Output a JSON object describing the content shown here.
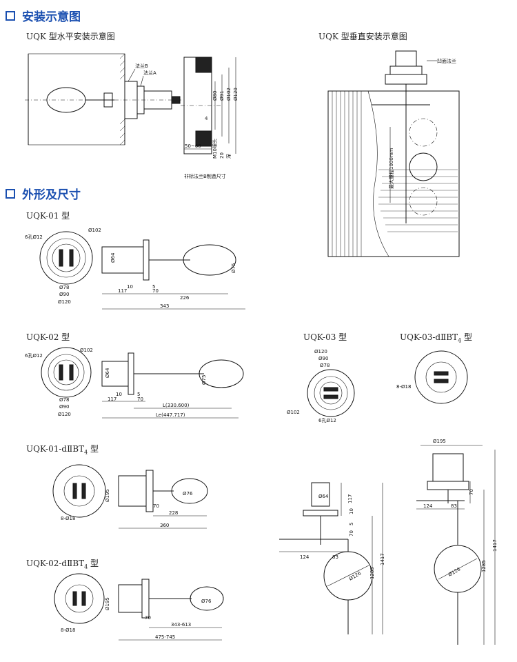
{
  "sections": {
    "install": "安装示意图",
    "outline": "外形及尺寸"
  },
  "install": {
    "horizontal_caption": "UQK 型水平安装示意图",
    "vertical_caption": "UQK 型垂直安装示意图",
    "flange_b": "法兰B",
    "flange_a": "法兰A",
    "recessed_flange": "凹面法兰",
    "max_range": "最大量程1000mm",
    "note": "非标法兰B制造尺寸",
    "dim_80": "Ø80",
    "dim_91": "Ø91",
    "dim_102": "Ø102",
    "dim_120": "Ø120",
    "dim_4": "4",
    "dim_50_60": "50~60",
    "dim_m10": "M10埋头",
    "dim_20": "20",
    "dim_deep": "深"
  },
  "models": {
    "uqk01": {
      "caption": "UQK-01 型",
      "holes": "6孔Ø12",
      "d102": "Ø102",
      "d78": "Ø78",
      "d90": "Ø90",
      "d120": "Ø120",
      "d64": "Ø64",
      "d75": "Ø75",
      "l10": "10",
      "l5": "5",
      "l117": "117",
      "l70": "70",
      "l226": "226",
      "l343": "343"
    },
    "uqk02": {
      "caption": "UQK-02 型",
      "holes": "6孔Ø12",
      "d102": "Ø102",
      "d78": "Ø78",
      "d90": "Ø90",
      "d120": "Ø120",
      "d64": "Ø64",
      "d75": "Ø75",
      "l10": "10",
      "l5": "5",
      "l117": "117",
      "l70": "70",
      "L": "L(330.600)",
      "Le": "Le(447.717)"
    },
    "uqk03": {
      "caption": "UQK-03 型",
      "d120": "Ø120",
      "d90": "Ø90",
      "d78": "Ø78",
      "d102": "Ø102",
      "holes": "6孔Ø12"
    },
    "uqk03d": {
      "caption_main": "UQK-03-dⅡBT",
      "caption_sub": "4",
      "caption_end": " 型",
      "holes": "8-Ø18"
    },
    "uqk01d": {
      "caption_main": "UQK-01-dⅡBT",
      "caption_sub": "4",
      "caption_end": " 型",
      "holes": "8-Ø18",
      "d195": "Ø195",
      "d76": "Ø76",
      "l70": "70",
      "l228": "228",
      "l360": "360"
    },
    "uqk02d": {
      "caption_main": "UQK-02-dⅡBT",
      "caption_sub": "4",
      "caption_end": " 型",
      "holes": "8-Ø18",
      "d195": "Ø195",
      "d76": "Ø76",
      "l70": "70",
      "l343_613": "343-613",
      "l475_745": "475-745"
    },
    "vertical_small": {
      "d64": "Ø64",
      "l117": "117",
      "l10": "10",
      "l5": "5",
      "l70": "70",
      "l124": "124",
      "l83": "83",
      "d126": "Ø126",
      "l1285": "1285",
      "l1417": "1417"
    },
    "vertical_large": {
      "d195": "Ø195",
      "l70": "70",
      "l124": "124",
      "l83": "83",
      "d126": "Ø126",
      "l1285": "1285",
      "l1417": "1417"
    }
  }
}
